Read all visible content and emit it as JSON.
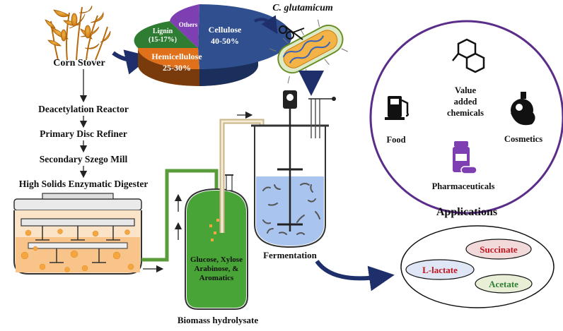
{
  "colors": {
    "cellulose": "#2f4f8f",
    "hemicellulose": "#e0701a",
    "lignin": "#2e7d32",
    "others": "#7e3fb3",
    "hydrolysate_liquid": "#3f9f2c",
    "ferment_liquid": "#a9c4ee",
    "applications_circle": "#5b2d8a",
    "succinate": "#c0151f",
    "lactate": "#c0151f",
    "acetate": "#2e7d32",
    "arrow": "#1e2f6b",
    "particles": "#f4a640"
  },
  "feedstock": {
    "label": "Corn Stover"
  },
  "composition": {
    "cellulose": {
      "name": "Cellulose",
      "pct": "40-50%"
    },
    "hemicellulose": {
      "name": "Hemicellulose",
      "pct": "25-30%"
    },
    "lignin": {
      "name": "Lignin",
      "pct": "(15-17%)"
    },
    "others": {
      "name": "Others"
    }
  },
  "organism": {
    "label": "C. glutamicum"
  },
  "process_steps": [
    "Deacetylation Reactor",
    "Primary Disc Refiner",
    "Secondary Szego Mill",
    "High Solids Enzymatic Digester"
  ],
  "hydrolysate": {
    "content": [
      "Glucose, Xylose",
      "Arabinose, &",
      "Aromatics"
    ],
    "label": "Biomass hydrolysate"
  },
  "fermentation": {
    "label": "Fermentation"
  },
  "applications": {
    "title": "Applications",
    "items": {
      "value_added": [
        "Value",
        "added",
        "chemicals"
      ],
      "food": "Food",
      "cosmetics": "Cosmetics",
      "pharma": "Pharmaceuticals"
    }
  },
  "products": {
    "succinate": "Succinate",
    "lactate": "L-lactate",
    "acetate": "Acetate"
  }
}
